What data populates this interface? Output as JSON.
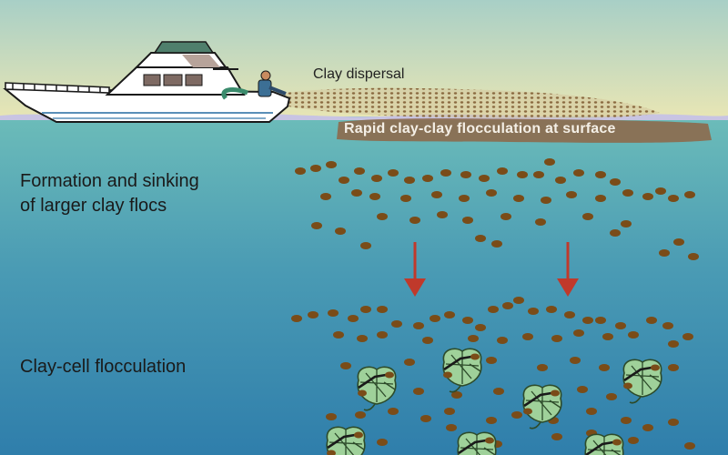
{
  "labels": {
    "clay_dispersal": "Clay dispersal",
    "surface_flocculation": "Rapid clay-clay flocculation at surface",
    "formation_line1": "Formation and sinking",
    "formation_line2": "of larger clay flocs",
    "clay_cell": "Clay-cell flocculation"
  },
  "colors": {
    "sky_top": "#a8cfc6",
    "sky_bottom": "#e9e6b4",
    "water_top": "#6cbcb9",
    "water_bottom": "#2f7eab",
    "floc": "#7a4c18",
    "arrow": "#c0392b",
    "cell_fill": "#9fd19a",
    "cell_stroke": "#2d4b2a",
    "surface_band": "#8d6a4c"
  },
  "icons": [
    "boat-icon",
    "down-arrow-icon",
    "algae-cell-icon"
  ]
}
